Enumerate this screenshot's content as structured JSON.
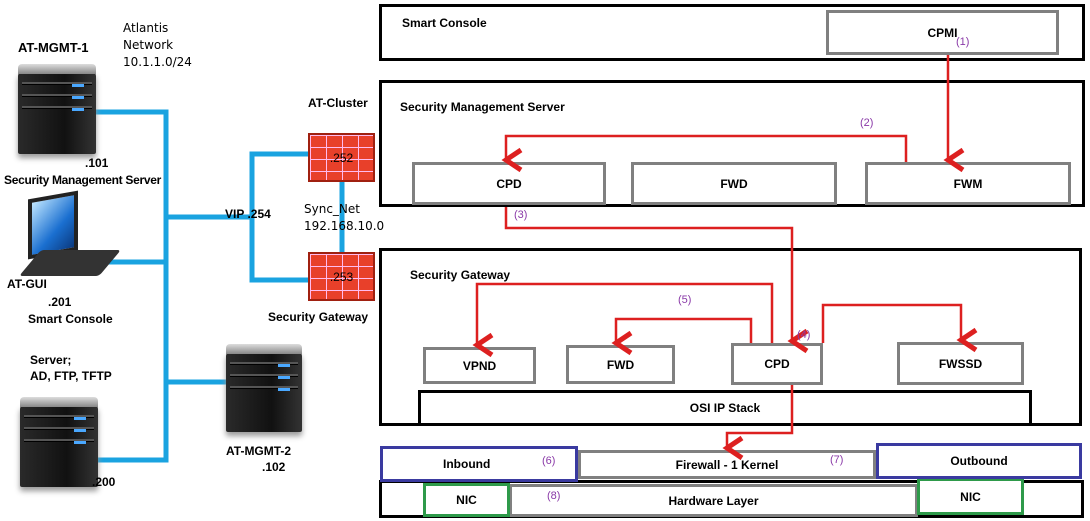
{
  "network": {
    "mgmt1": {
      "name": "AT-MGMT-1",
      "ip": ".101",
      "role": "Security Management Server"
    },
    "network_label": [
      "Atlantis",
      "Network",
      "10.1.1.0/24"
    ],
    "gui": {
      "name": "AT-GUI",
      "ip": ".201",
      "role": "Smart Console"
    },
    "server": {
      "name": "Server;",
      "services": "AD, FTP, TFTP",
      "ip": ".200"
    },
    "mgmt2": {
      "name": "AT-MGMT-2",
      "ip": ".102"
    },
    "cluster": {
      "name": "AT-Cluster",
      "member1_ip": ".252",
      "member2_ip": ".253",
      "vip": "VIP .254",
      "role": "Security Gateway"
    },
    "sync": {
      "name": "Sync_Net",
      "subnet": "192.168.10.0"
    },
    "line_color": "#1aa3e0"
  },
  "flow": {
    "smart_console": {
      "title": "Smart Console",
      "cpmi": "CPMI"
    },
    "sms": {
      "title": "Security Management Server",
      "cpd": "CPD",
      "fwd": "FWD",
      "fwm": "FWM"
    },
    "gateway": {
      "title": "Security Gateway",
      "vpnd": "VPND",
      "fwd": "FWD",
      "cpd": "CPD",
      "fwssd": "FWSSD",
      "osi": "OSI IP Stack"
    },
    "kernel": {
      "inbound": "Inbound",
      "firewall": "Firewall - 1 Kernel",
      "outbound": "Outbound"
    },
    "hardware": {
      "nic_left": "NIC",
      "layer": "Hardware Layer",
      "nic_right": "NIC"
    },
    "steps": [
      "(1)",
      "(2)",
      "(3)",
      "(4)",
      "(5)",
      "(6)",
      "(7)",
      "(8)"
    ],
    "arrow_color": "#dd2020",
    "step_color": "#8a3aa8"
  }
}
